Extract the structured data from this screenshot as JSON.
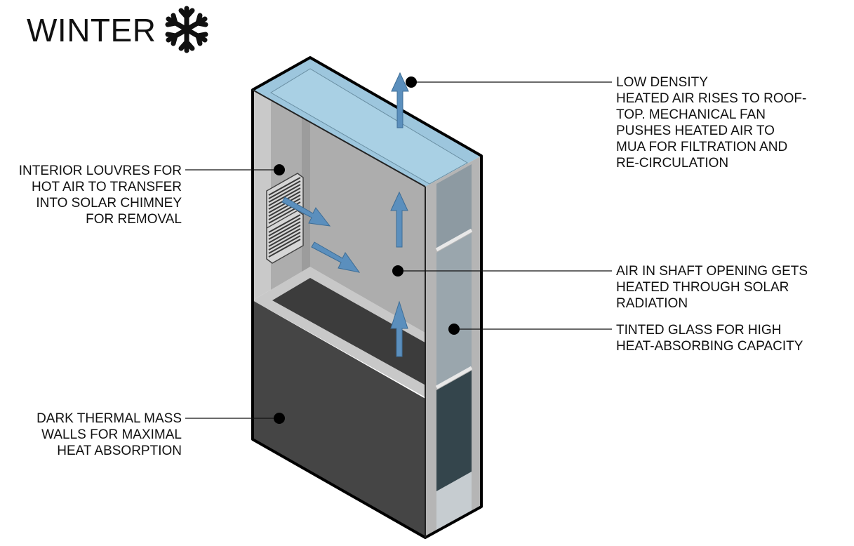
{
  "title": "WINTER",
  "title_icon": "snowflake-icon",
  "colors": {
    "sky_glass": "#9dc6dd",
    "dark_mass": "#454545",
    "shaft_wall": "#acacac",
    "arrow": "#5b8fbd",
    "dark_glass": "#34454c"
  },
  "callouts": {
    "low_density": [
      "LOW DENSITY",
      "HEATED AIR RISES TO ROOF-",
      "TOP. MECHANICAL FAN",
      "PUSHES HEATED AIR TO",
      "MUA FOR FILTRATION AND",
      "RE-CIRCULATION"
    ],
    "louvres": [
      "INTERIOR LOUVRES FOR",
      "HOT AIR TO TRANSFER",
      "INTO SOLAR CHIMNEY",
      "FOR REMOVAL"
    ],
    "shaft_air": [
      "AIR IN SHAFT OPENING GETS",
      "HEATED THROUGH SOLAR",
      "RADIATION"
    ],
    "tinted_glass": [
      "TINTED GLASS FOR HIGH",
      "HEAT-ABSORBING CAPACITY"
    ],
    "thermal_mass": [
      "DARK THERMAL MASS",
      "WALLS FOR MAXIMAL",
      "HEAT ABSORPTION"
    ]
  }
}
